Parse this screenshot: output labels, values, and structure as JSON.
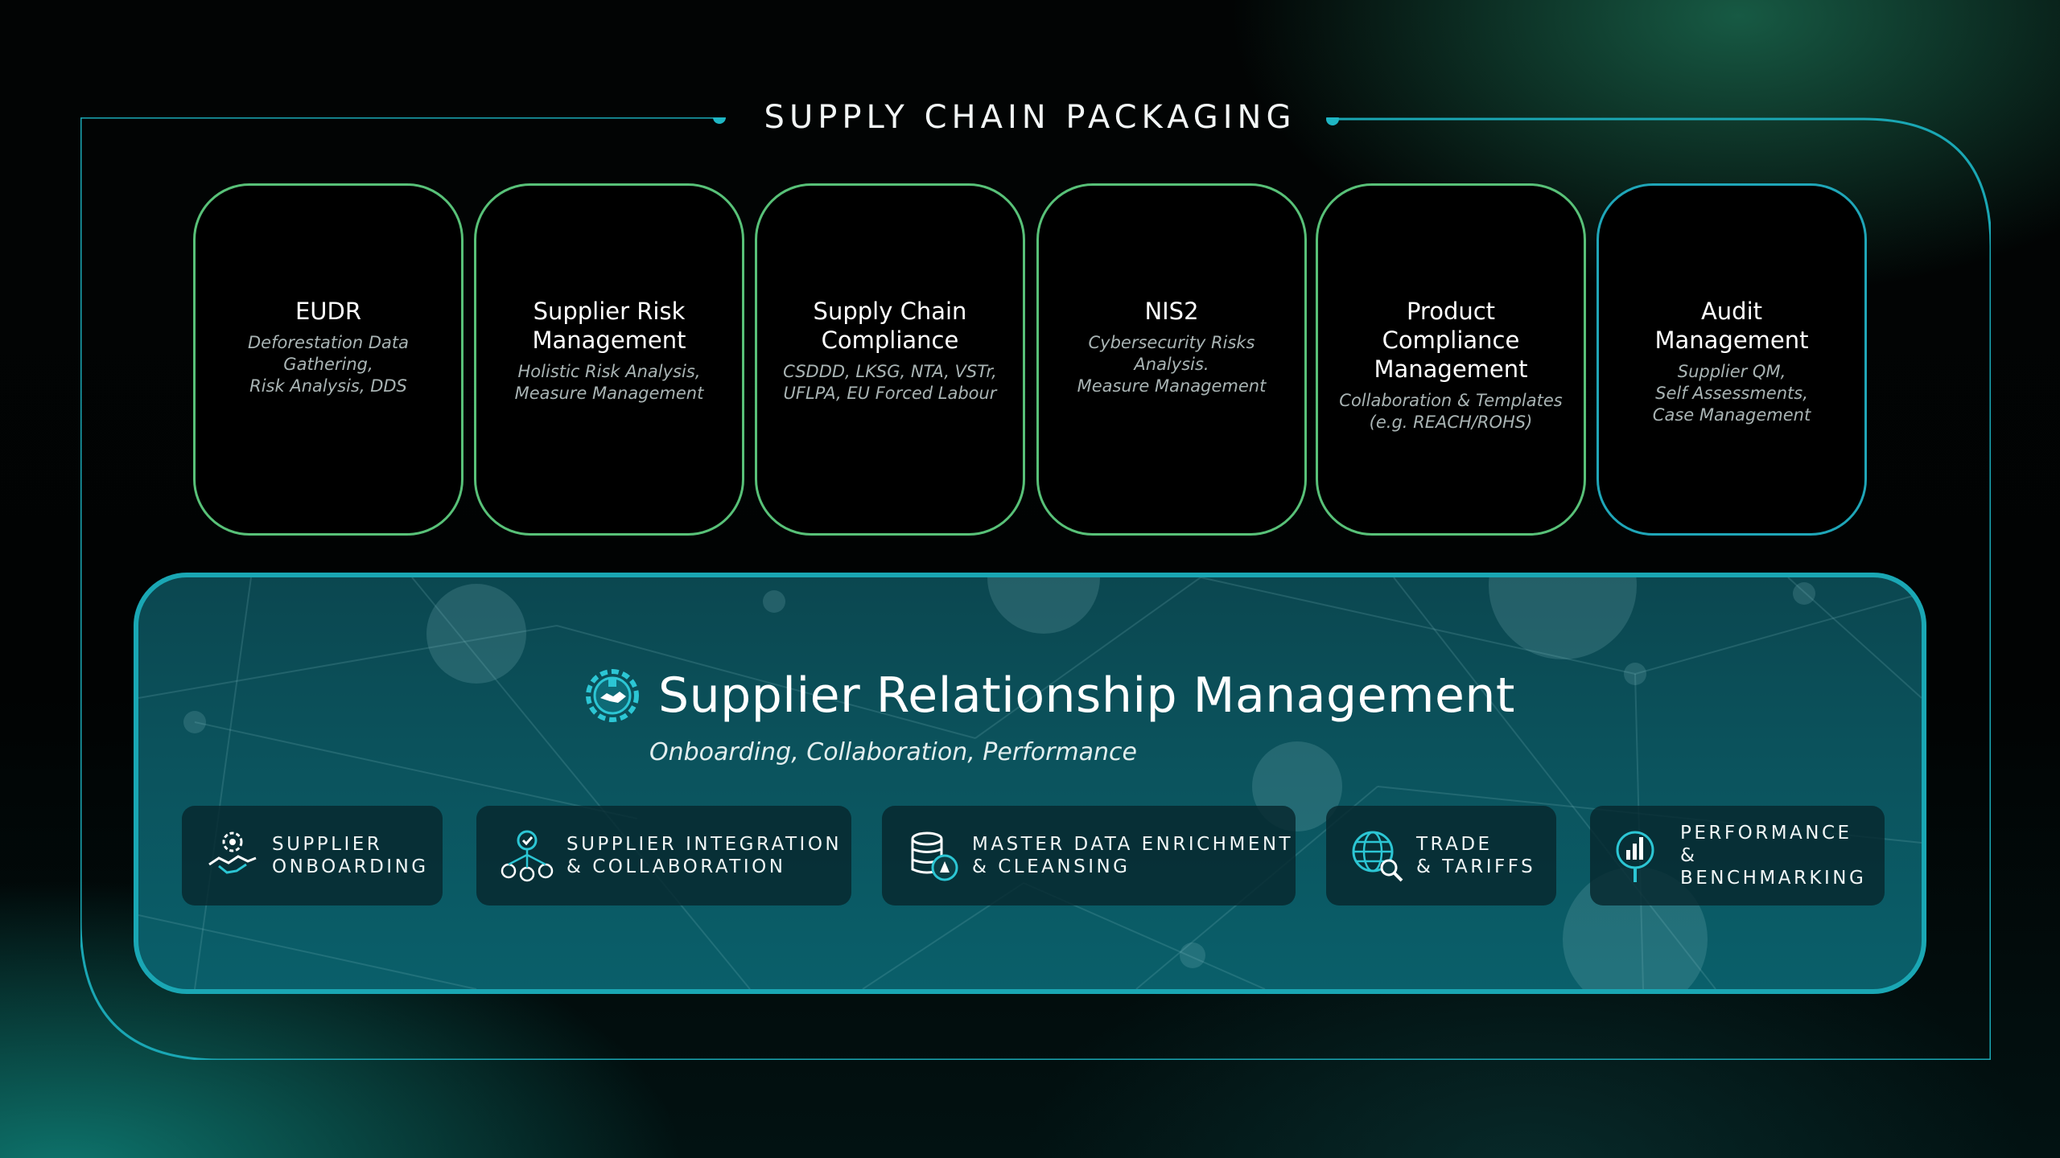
{
  "title": "SUPPLY CHAIN PACKAGING",
  "colors": {
    "frame": "#1aa7b4",
    "card_border_green": "#58c178",
    "card_border_teal": "#1fa6b8",
    "panel": "#0b535d",
    "text": "#ffffff",
    "desc": "#a9b4b4"
  },
  "modules": [
    {
      "title": "EUDR",
      "desc": "Deforestation Data Gathering,\nRisk Analysis, DDS",
      "accent": "green"
    },
    {
      "title": "Supplier Risk\nManagement",
      "desc": "Holistic Risk Analysis,\nMeasure Management",
      "accent": "green"
    },
    {
      "title": "Supply Chain\nCompliance",
      "desc": "CSDDD, LKSG, NTA, VSTr,\nUFLPA, EU Forced Labour",
      "accent": "green"
    },
    {
      "title": "NIS2",
      "desc": "Cybersecurity Risks Analysis.\nMeasure Management",
      "accent": "green"
    },
    {
      "title": "Product\nCompliance\nManagement",
      "desc": "Collaboration & Templates\n(e.g. REACH/ROHS)",
      "accent": "green"
    },
    {
      "title": "Audit\nManagement",
      "desc": "Supplier QM,\nSelf Assessments,\nCase Management",
      "accent": "teal"
    }
  ],
  "srm": {
    "logo_icon": "gear-handshake-icon",
    "title": "Supplier Relationship Management",
    "subtitle": "Onboarding, Collaboration, Performance",
    "features": [
      {
        "label": "SUPPLIER\nONBOARDING",
        "icon": "gear-handshake-icon"
      },
      {
        "label": "SUPPLIER INTEGRATION\n& COLLABORATION",
        "icon": "network-checks-icon"
      },
      {
        "label": "MASTER DATA ENRICHMENT\n& CLEANSING",
        "icon": "database-brush-icon"
      },
      {
        "label": "TRADE\n& TARIFFS",
        "icon": "globe-search-icon"
      },
      {
        "label": "PERFORMANCE\n& BENCHMARKING",
        "icon": "chart-magnifier-icon"
      }
    ]
  }
}
